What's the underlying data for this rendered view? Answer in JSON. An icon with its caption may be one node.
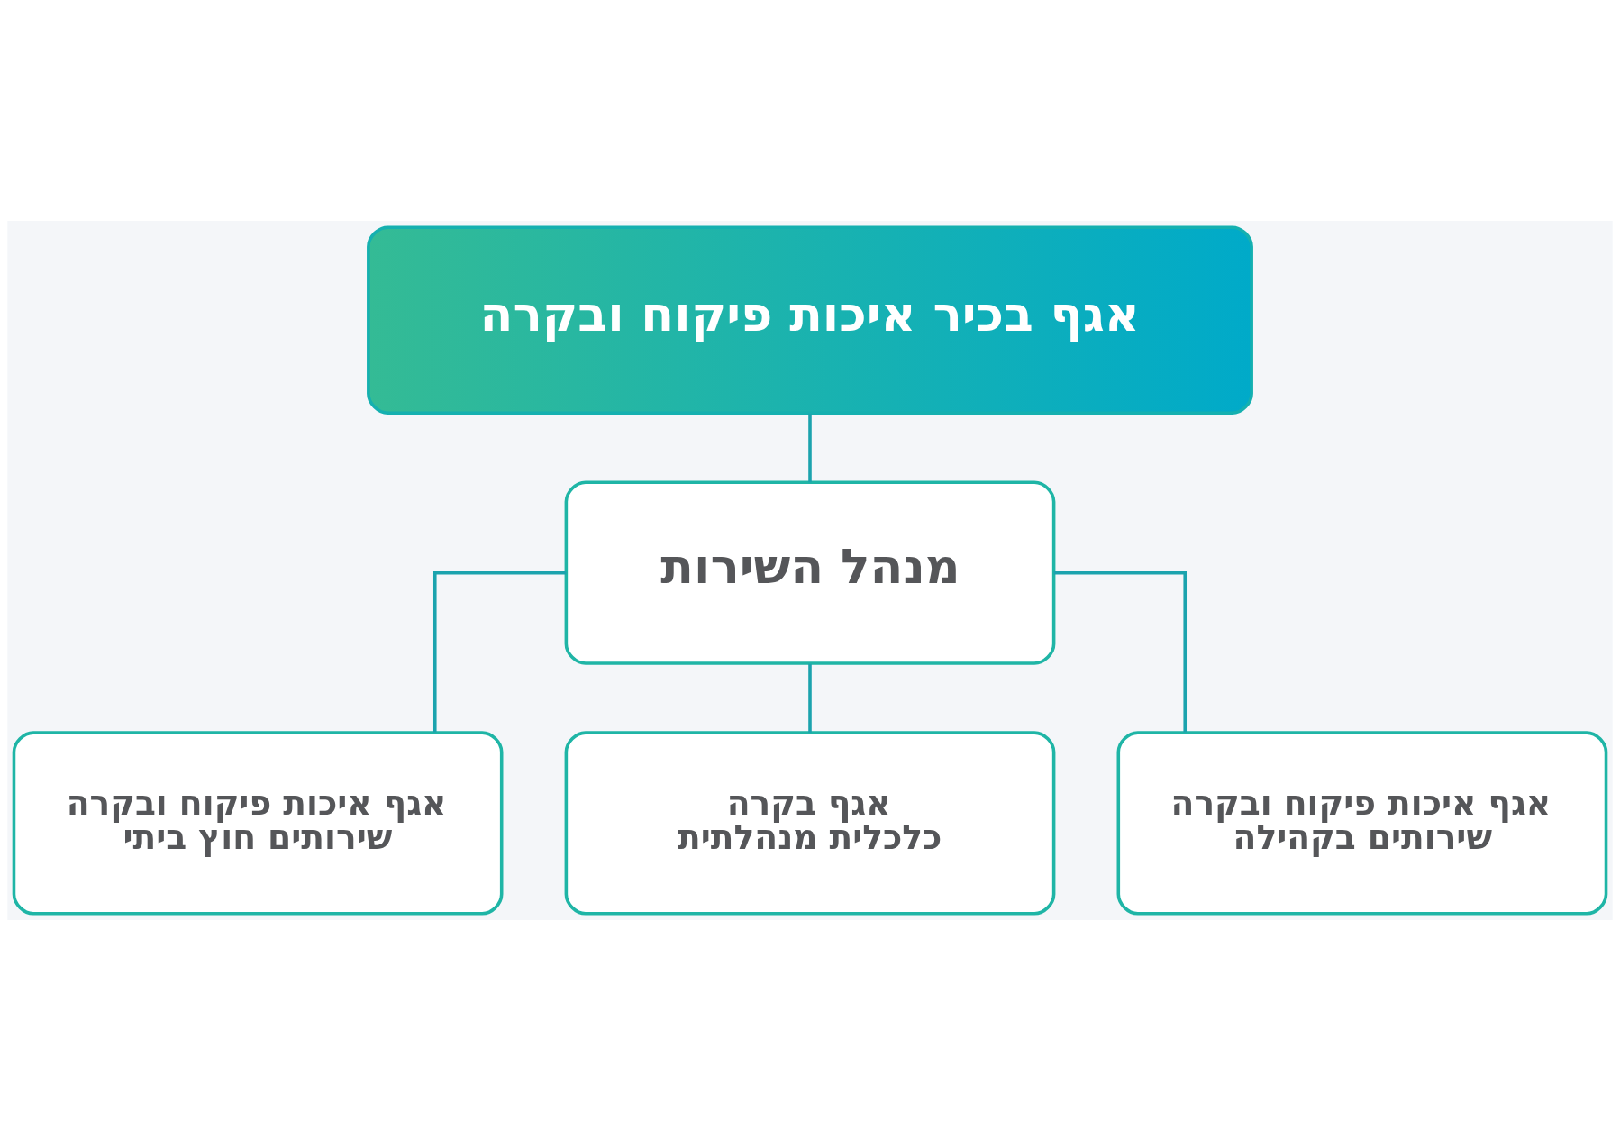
{
  "diagram": {
    "nodes": [
      {
        "text": [
          "אגף בכיר איכות פיקוח ובקרה"
        ]
      },
      {
        "text": [
          "מנהל השירות"
        ]
      },
      {
        "text": [
          "אגף איכות פיקוח ובקרה שירותים בקהילה"
        ]
      },
      {
        "text": [
          "אגף בקרה כלכלית מנהלתית"
        ]
      },
      {
        "text": [
          "אגף איכות פיקוח ובקרה שירותים חוץ ביתי"
        ]
      }
    ],
    "edges": [
      {
        "from": 0,
        "to": 1,
        "arrow": "none"
      },
      {
        "from": 1,
        "to": 2,
        "arrow": "none"
      },
      {
        "from": 1,
        "to": 3,
        "arrow": "none"
      },
      {
        "from": 1,
        "to": 4,
        "arrow": "none"
      }
    ]
  }
}
